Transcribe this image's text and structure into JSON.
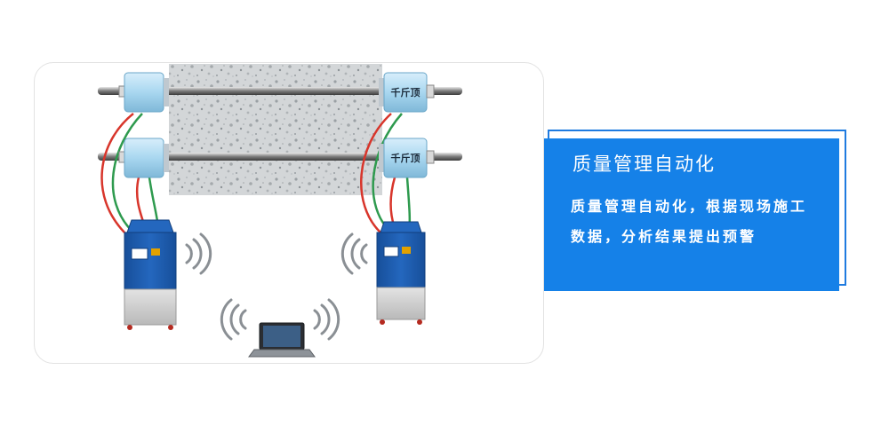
{
  "diagram": {
    "jack_label": "千斤顶",
    "jacks": [
      {
        "id": "upper-right",
        "labeled": true
      },
      {
        "id": "lower-right",
        "labeled": true
      },
      {
        "id": "upper-left",
        "labeled": false
      },
      {
        "id": "lower-left",
        "labeled": false
      }
    ],
    "colors": {
      "jack_body": "#a9d7f0",
      "concrete": "#cfd3d6",
      "cabinet_blue": "#1e5fb4",
      "cable_red": "#d8352b",
      "cable_green": "#2e9a4e",
      "wireless": "#8a8f94"
    }
  },
  "callout": {
    "title": "质量管理自动化",
    "body": "质量管理自动化，根据现场施工数据，分析结果提出预警",
    "accent": "#1581e8"
  }
}
